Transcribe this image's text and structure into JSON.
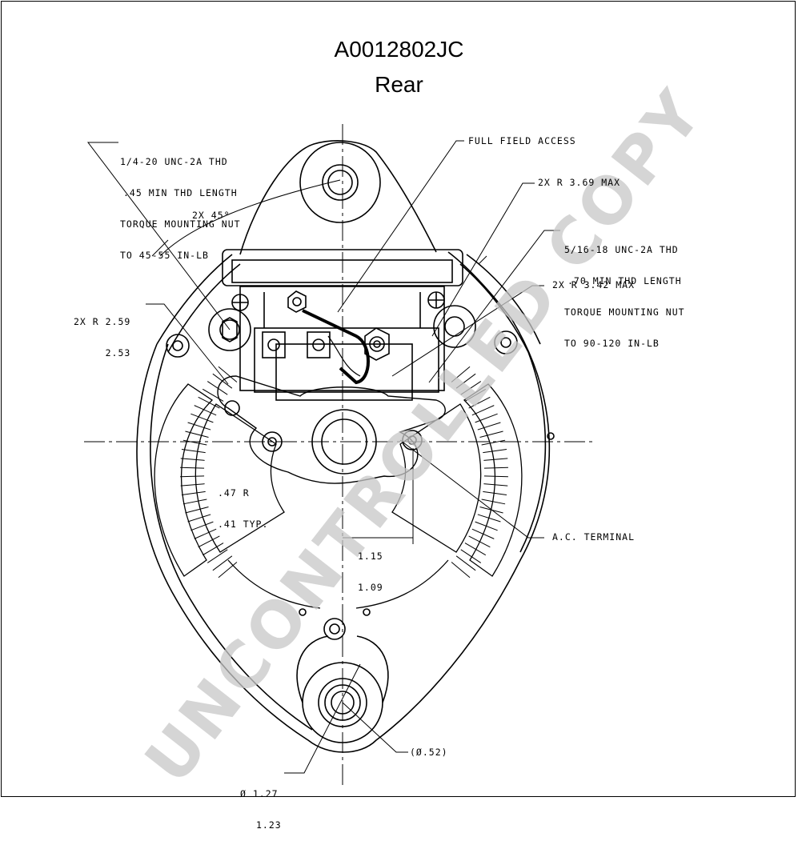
{
  "header": {
    "part_number": "A0012802JC",
    "view": "Rear"
  },
  "callouts": {
    "mount_thread": [
      "1/4-20 UNC-2A THD",
      ".45 MIN THD LENGTH",
      "TORQUE MOUNTING NUT",
      "TO 45-55 IN-LB"
    ],
    "full_field": "FULL FIELD ACCESS",
    "radius_369": "2X R 3.69 MAX",
    "angle": "2X 45°",
    "stud_thread": [
      "5/16-18 UNC-2A THD",
      ".70 MIN THD LENGTH",
      "TORQUE MOUNTING NUT",
      "TO 90-120 IN-LB"
    ],
    "radius_342": "2X R 3.42 MAX",
    "radius_259": [
      "2X R 2.59",
      "2.53"
    ],
    "radius_47": [
      ".47 R",
      ".41 TYP."
    ],
    "offset": [
      "1.15",
      "1.09"
    ],
    "ac_terminal": "A.C. TERMINAL",
    "bore": "(Ø.52)",
    "diameter": [
      "Ø 1.27",
      "1.23"
    ]
  },
  "watermark": "UNCONTROLLED COPY"
}
